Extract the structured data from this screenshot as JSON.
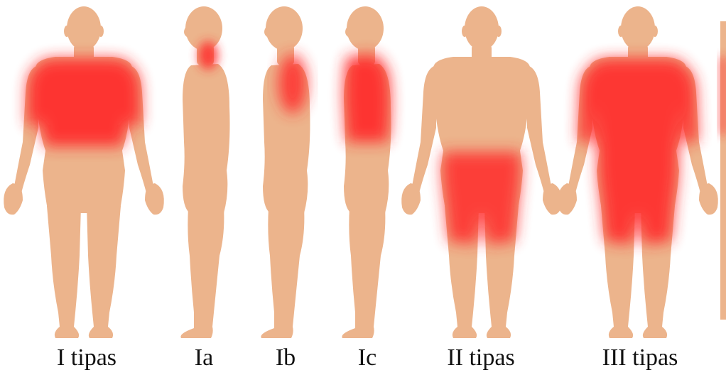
{
  "colors": {
    "skin": "#ECB48C",
    "highlight": "#FF2A2A",
    "background": "#FFFFFF",
    "caption_text": "#111111"
  },
  "figures": [
    {
      "label": "I tipas",
      "view": "front",
      "highlight": "upper torso and upper arms"
    },
    {
      "label": "Ia",
      "view": "side",
      "highlight": "neck"
    },
    {
      "label": "Ib",
      "view": "side",
      "highlight": "upper back"
    },
    {
      "label": "Ic",
      "view": "side",
      "highlight": "neck, chest and back"
    },
    {
      "label": "II tipas",
      "view": "front",
      "highlight": "hips and thighs"
    },
    {
      "label": "III tipas",
      "view": "front",
      "highlight": "torso, arms and thighs"
    }
  ]
}
